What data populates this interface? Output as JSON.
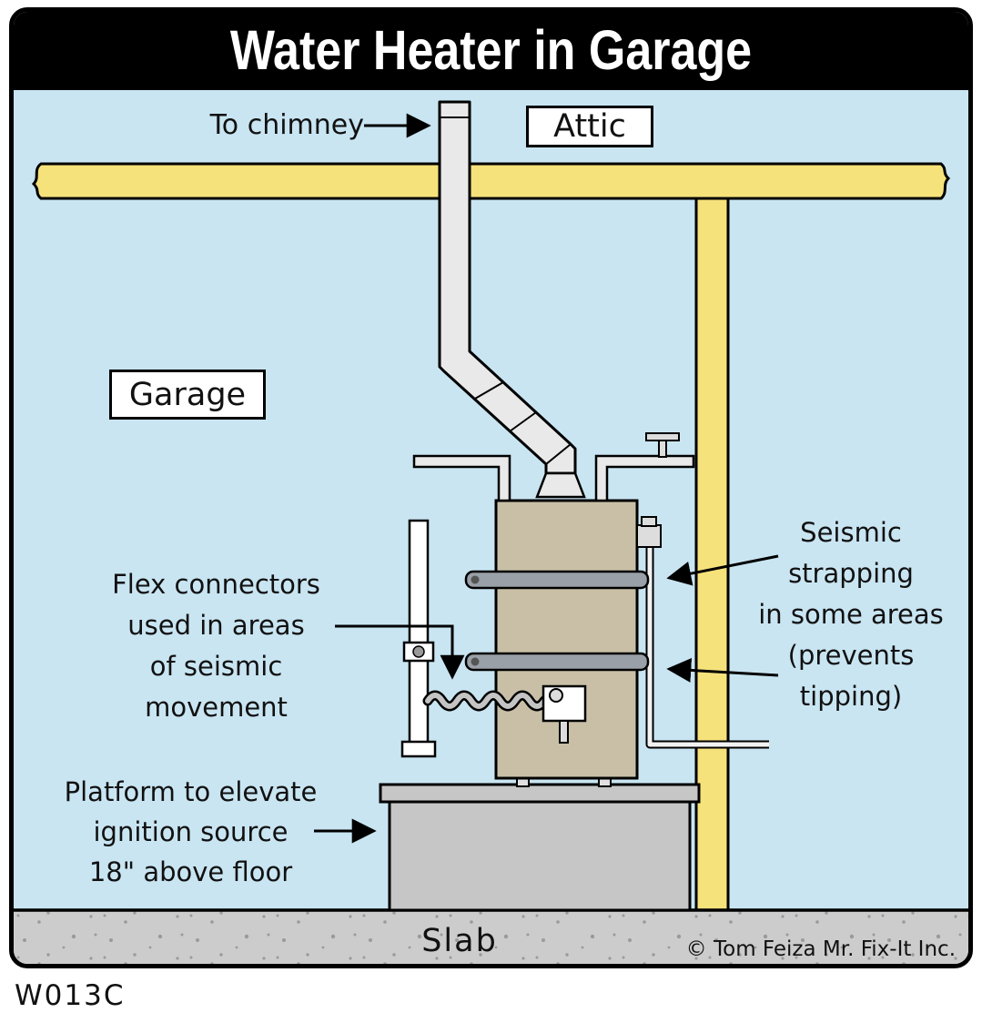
{
  "title": "Water Heater in Garage",
  "rooms": {
    "attic": "Attic",
    "garage": "Garage"
  },
  "annotations": {
    "to_chimney": "To chimney",
    "flex_connectors": "Flex connectors\nused in areas\nof seismic\nmovement",
    "seismic_strapping": "Seismic\nstrapping\nin some areas\n(prevents\ntipping)",
    "platform": "Platform to elevate\nignition source\n18\" above floor",
    "slab": "Slab"
  },
  "footer": {
    "copyright": "© Tom Feiza Mr. Fix-It Inc.",
    "code": "W013C"
  },
  "colors": {
    "background": "#c9e5f2",
    "beam": "#f6e27b",
    "slab": "#cccccc",
    "speckle": "#9a9a9a",
    "tank": "#c8bfa6",
    "strap": "#99a0a8",
    "pipe": "#e9e9e9",
    "platform": "#c6c6c6",
    "ink": "#000000",
    "title_bg": "#000000",
    "title_text": "#ffffff"
  }
}
